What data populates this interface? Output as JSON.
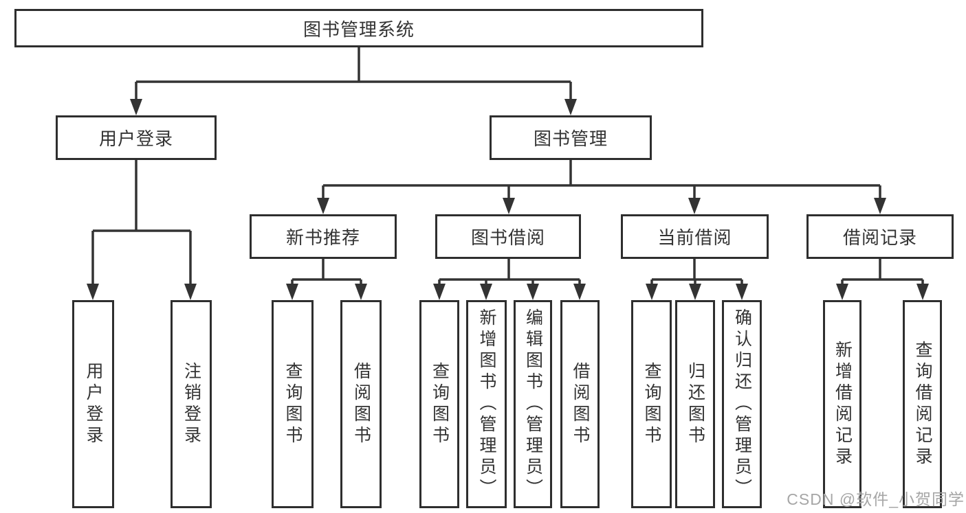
{
  "diagram": {
    "root": {
      "label": "图书管理系统"
    },
    "level2": [
      {
        "id": "user-login",
        "label": "用户登录"
      },
      {
        "id": "book-management",
        "label": "图书管理"
      }
    ],
    "level3": [
      {
        "id": "new-book-recommend",
        "label": "新书推荐"
      },
      {
        "id": "book-borrow",
        "label": "图书借阅"
      },
      {
        "id": "current-borrow",
        "label": "当前借阅"
      },
      {
        "id": "borrow-records",
        "label": "借阅记录"
      }
    ],
    "leaves": [
      {
        "id": "user-login-leaf",
        "label": "用户登录"
      },
      {
        "id": "logout",
        "label": "注销登录"
      },
      {
        "id": "query-books-recommend",
        "label": "查询图书"
      },
      {
        "id": "borrow-books-recommend",
        "label": "借阅图书"
      },
      {
        "id": "query-books-borrow",
        "label": "查询图书"
      },
      {
        "id": "add-book-admin",
        "label": "新增图书（管理员）"
      },
      {
        "id": "edit-book-admin",
        "label": "编辑图书（管理员）"
      },
      {
        "id": "borrow-books-borrow",
        "label": "借阅图书"
      },
      {
        "id": "query-books-current",
        "label": "查询图书"
      },
      {
        "id": "return-book",
        "label": "归还图书"
      },
      {
        "id": "confirm-return-admin",
        "label": "确认归还（管理员）"
      },
      {
        "id": "add-borrow-record",
        "label": "新增借阅记录"
      },
      {
        "id": "query-borrow-record",
        "label": "查询借阅记录"
      }
    ]
  },
  "watermark": {
    "text": "CSDN @软件_小贺同学"
  },
  "colors": {
    "line": "#333333",
    "box_border": "#2e2e2e",
    "text": "#333333",
    "watermark": "#a6a6a6",
    "background": "#ffffff"
  }
}
